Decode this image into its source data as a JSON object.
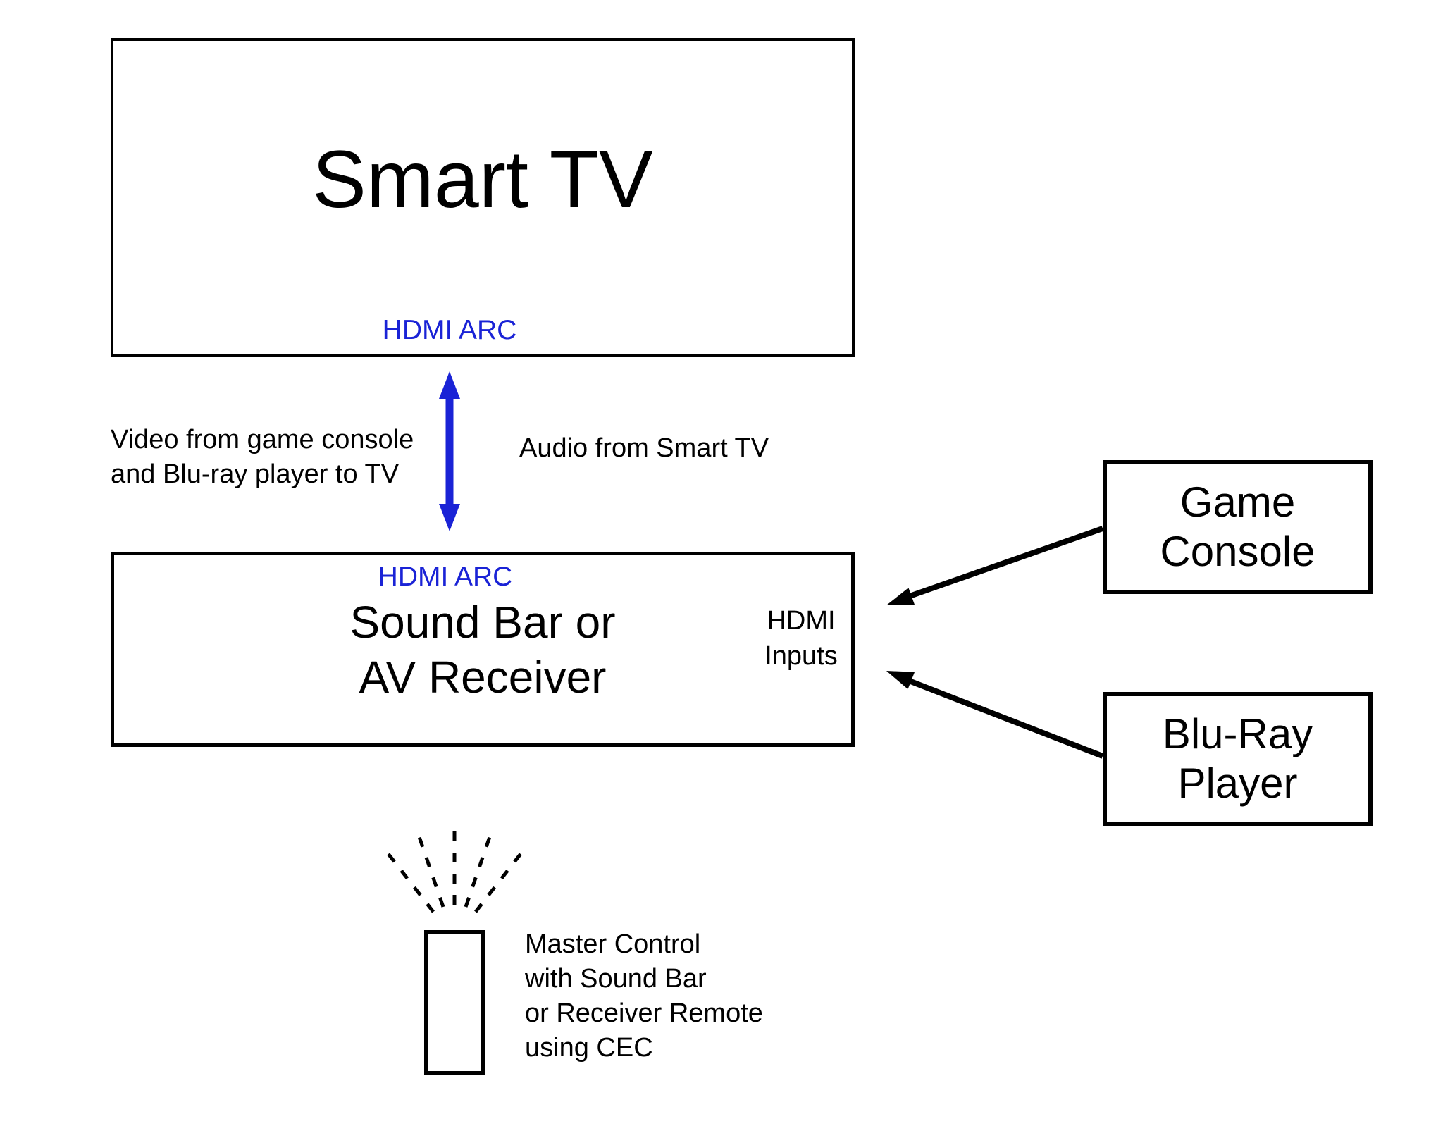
{
  "colors": {
    "accent_blue": "#1a23d6",
    "line_black": "#000000",
    "background": "#ffffff"
  },
  "smart_tv": {
    "label": "Smart TV",
    "port": "HDMI ARC"
  },
  "sound_bar": {
    "lines": [
      "Sound Bar or",
      "AV Receiver"
    ],
    "port": "HDMI ARC",
    "inputs": [
      "HDMI",
      "Inputs"
    ]
  },
  "game_console": {
    "lines": [
      "Game",
      "Console"
    ]
  },
  "blu_ray": {
    "lines": [
      "Blu-Ray",
      "Player"
    ]
  },
  "labels": {
    "video": [
      "Video from game console",
      "and Blu-ray player to TV"
    ],
    "audio": "Audio from Smart TV",
    "remote": [
      "Master Control",
      "with Sound Bar",
      "or Receiver Remote",
      "using CEC"
    ]
  }
}
